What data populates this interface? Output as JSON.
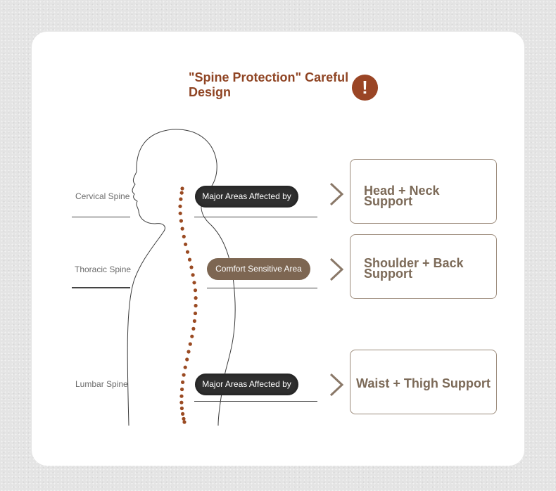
{
  "title": "\"Spine Protection\" Careful Design",
  "alert_icon": "exclamation-icon",
  "alert_glyph": "!",
  "colors": {
    "accent": "#8f4423",
    "pill_dark": "#2f2f2f",
    "pill_brown": "#7d6652",
    "box_text": "#7c6a58"
  },
  "rows": [
    {
      "spine": "Cervical Spine",
      "tag": "Major Areas Affected by",
      "support_line1": "Head + Neck",
      "support_line2": "Support"
    },
    {
      "spine": "Thoracic Spine",
      "tag": "Comfort Sensitive Area",
      "support_line1": "Shoulder + Back",
      "support_line2": "Support"
    },
    {
      "spine": "Lumbar Spine",
      "tag": "Major Areas Affected by",
      "support_line1": "Waist + Thigh Support",
      "support_line2": ""
    }
  ]
}
